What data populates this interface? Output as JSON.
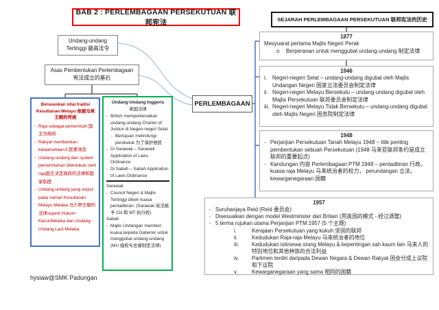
{
  "title": "BAB 2 : PERLEMBAGAAN PERSEKUTUAN 联邦宪法",
  "footer": "hysiaw@SMK Padungan",
  "center": {
    "perlembagaan": "PERLEMBAGAAN"
  },
  "left": {
    "supreme_law": "Undang-undang Tertinggi 最高法令",
    "foundation_line1": "Asas Pembentukan Perlembagaan",
    "foundation_line2": "宪法成立的基石",
    "tradition_box": {
      "title": "Berasaskan nilai tradisi Kesultanan Melayu 依据马来王朝的传统",
      "items": [
        {
          "m": "-",
          "t": "Raja sebagai pemerintah 国王为政府"
        },
        {
          "m": "-",
          "t": "Rakyat memberikan ketaatsetiaan人民要效忠"
        },
        {
          "m": "-",
          "t": "Undang-undang dan system pemerintahan ditentukan oleh raja国王决定政府的法律和国家制度"
        },
        {
          "m": "-",
          "t": "Undang-undang yang wujud pada zaman Kesultanan Melayu Melaka 马六甲王朝的法律seperti Hukum KanunMelaka dan Undang-Undang Laut Melaka."
        }
      ]
    },
    "english_box": {
      "title_line1": "Undang-Undang Inggeris",
      "title_line2": "英国法律",
      "items": [
        {
          "m": "-",
          "t": "British memperkenalkan undang-undang Charter of Justice di Negeri-negeri Selat"
        },
        {
          "m": "-",
          "t": "Bertujuan melindungi penduduk 为了保护居民"
        },
        {
          "m": "-",
          "t": "Di Sarawak – Sarawak Application of Laws Ordinance"
        },
        {
          "m": "-",
          "t": "Di Sabah – Sabah Application of Laws Ordinance"
        }
      ],
      "sarawak_heading": "Sarawak",
      "sarawak_item": {
        "m": "-",
        "t": "Council Negeri & Majlis Tertinggi diberi kuasa pentadbiran. (Sarawak 宪法赋予 CN 和 MT 执行权)"
      },
      "sabah_heading": "Sabah",
      "sabah_item": {
        "m": "-",
        "t": "Majlis Undangan memberi kuasa kepada Gabenor untuk menggubal undang-undang (MU 授权与总督制定法律)"
      }
    }
  },
  "right": {
    "history_title": "SEJARAH PERLEMBAGAAN PERSEKUTUAN 联邦宪法的历史",
    "y1877": {
      "year": "1877",
      "line1": "Mesyuarat pertama Majlis Negeri Perak",
      "bullet": {
        "m": "o",
        "t": "Berperanan untuk menggubal undang-undang 制定法律"
      }
    },
    "y1946": {
      "year": "1946",
      "items": [
        {
          "m": "i.",
          "t": "Negeri-negeri Selat – undang-undang digubal oleh Majlis Undangan Negeri 国家立法委员会制定法律"
        },
        {
          "m": "ii.",
          "t": "Negeri-negeri Melayu Bersekutu – undang-undang digubal oleh Majlis Persekutuan 联邦委员会制定法律"
        },
        {
          "m": "iii.",
          "t": "Negeri-negeri Melayu Tidak Bersekutu – undang-undang digubal oleh Majlis Negeri 国务院制定法律"
        }
      ]
    },
    "y1948": {
      "year": "1948",
      "items": [
        {
          "m": "-",
          "t": "Perjanjian Persekutuan Tanah Melayu 1948 – titik penting pembentukan sebuah Persekutuan (1948 马来亚联邦条约是成立联邦的重要起点)"
        },
        {
          "m": "-",
          "t": "Kandungan 内容 Perlembagaan PTM 1948 – pentadbiran 行政， kuasa raja Melayu 马来统治者的权力， perundangan 立法， kewarganegaraan 国籍"
        }
      ]
    },
    "y1957": {
      "year": "1957",
      "items": [
        {
          "m": "-",
          "t": "Suruhanjaya Reid (Reid 委员会)"
        },
        {
          "m": "-",
          "t": "Disesuaikan dengan model Westminster dari Britain (用英国的模式 - 经过调整)"
        },
        {
          "m": "-",
          "t": "5 terma rujukan utama Perjanjian PTM 1957 (5 个主题)"
        }
      ],
      "sub_items": [
        {
          "m": "i.",
          "t": "Kerajaan Persekutuan yang kukuh 坚固的联邦"
        },
        {
          "m": "ii.",
          "t": "Kedudukan Raja-raja Melayu 马来统治者的地位"
        },
        {
          "m": "iii.",
          "t": "Kedudukan istimewa orang Melayu & kepentingan sah kaum lain 马来人的特别地位和其他种族的合法利益"
        },
        {
          "m": "iv.",
          "t": "Parlimen terdiri daripada Dewan Negara & Dewan Rakyat 国会分成上议院和下议院"
        },
        {
          "m": "v.",
          "t": "Kewarganegaraan yang sama 相同的国籍"
        }
      ]
    }
  },
  "colors": {
    "title_border": "#ff0000",
    "tradition_border": "#4472c4",
    "tradition_text": "#c00000",
    "english_border": "#00b050",
    "blue_connector": "#4472c4",
    "curve_connector": "#a8c3e0"
  }
}
